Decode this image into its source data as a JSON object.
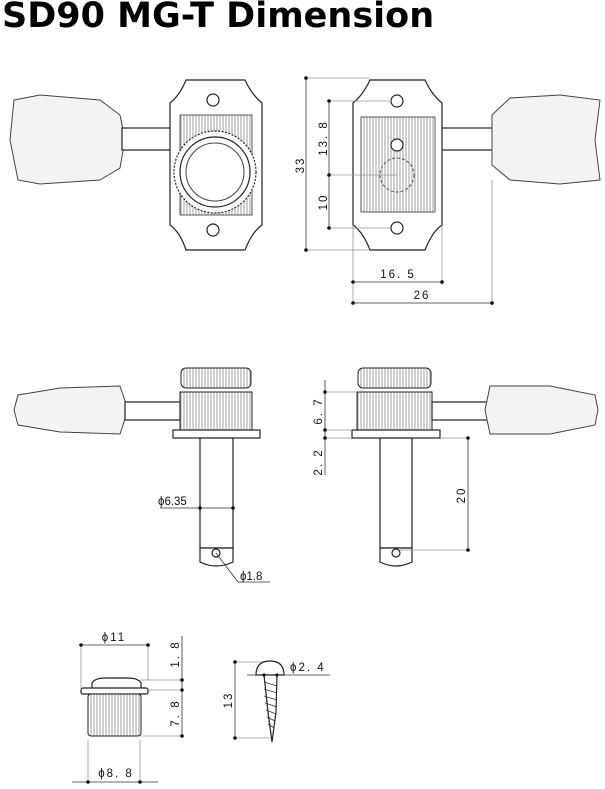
{
  "title": "SD90 MG-T Dimension",
  "dimensions": {
    "overall_height": "33",
    "hole_to_center": "13. 8",
    "center_to_hole": "10",
    "plate_width": "16. 5",
    "overall_width": "26",
    "knob_height": "6. 7",
    "flange_thickness": "2. 2",
    "post_length": "20",
    "post_diameter": "ϕ6.35",
    "string_hole_diameter": "ϕ1.8",
    "bushing_flange_diameter": "ϕ11",
    "bushing_flange_height": "1. 8",
    "bushing_body_height": "7. 8",
    "bushing_body_diameter": "ϕ8. 8",
    "screw_length": "13",
    "screw_diameter": "ϕ2. 4"
  }
}
